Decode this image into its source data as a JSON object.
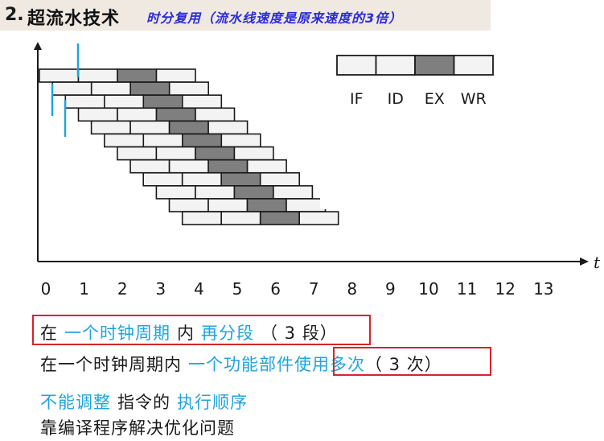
{
  "title": {
    "number": "2.",
    "main": "超流水技术",
    "note": "时分复用（流水线速度是原来速度的3倍）"
  },
  "legend": {
    "stages": [
      "IF",
      "ID",
      "EX",
      "WR"
    ]
  },
  "axis": {
    "label": "t",
    "ticks": [
      "0",
      "1",
      "2",
      "3",
      "4",
      "5",
      "6",
      "7",
      "8",
      "9",
      "10",
      "11",
      "12",
      "13"
    ]
  },
  "pipeline": {
    "instruction_count": 12,
    "stages_per_instruction": 4,
    "issue_interval_cycles": 0.333,
    "highlight_stage_index": 2,
    "colors": {
      "normal": "#f3f3f3",
      "highlight": "#7f7f7f",
      "border": "#1a1a1a",
      "marker": "#1fa4dc"
    }
  },
  "notes": {
    "line1": {
      "a": "在",
      "b": "一个时钟周期",
      "c": "内",
      "d": "再分段",
      "e": "（ 3 段）"
    },
    "line2": {
      "a": "在一个时钟周期内",
      "b": "一个功能部件",
      "c": "使用多次",
      "d": "（ 3 次）"
    },
    "line3": {
      "a": "不能调整",
      "b": "指令的",
      "c": "执行顺序"
    },
    "line4": "靠编译程序解决优化问题"
  },
  "colors": {
    "accent_blue": "#1fa4dc",
    "title_blue": "#2b2bd8",
    "box_red": "#d6242a",
    "title_bg": "#efe9e1"
  }
}
